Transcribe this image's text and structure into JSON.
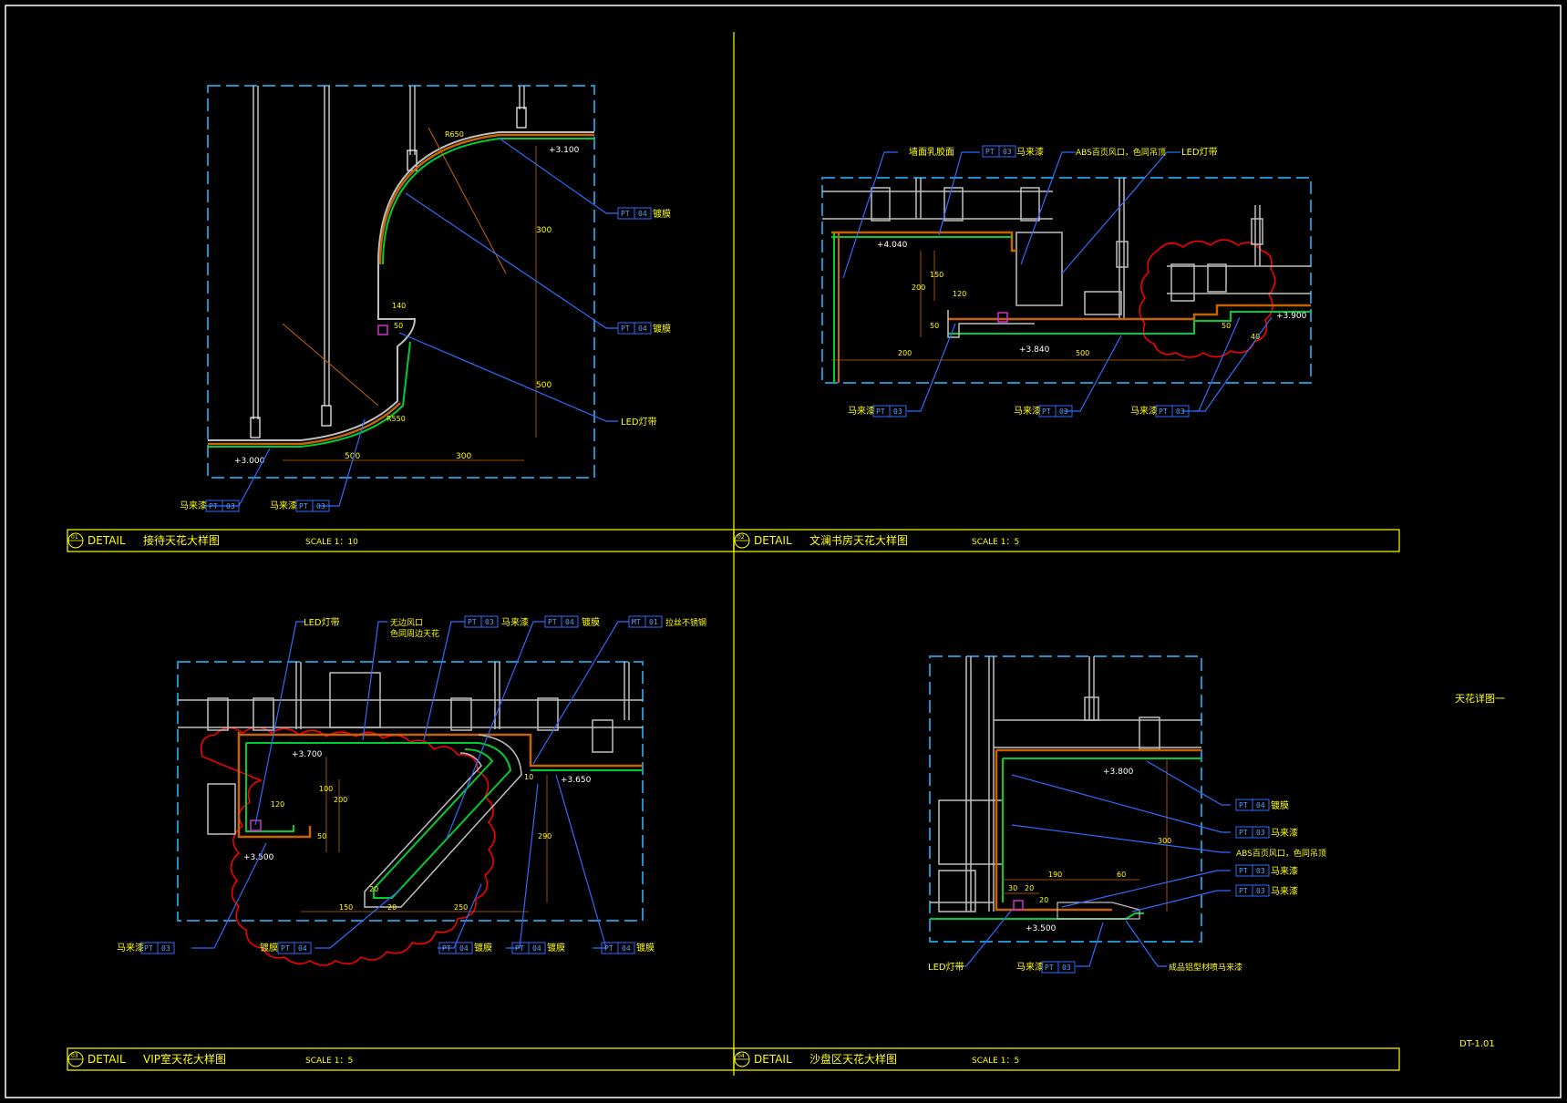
{
  "sheet": {
    "label": "天花详图一",
    "number": "DT-1.01"
  },
  "details": [
    {
      "num": "01",
      "word": "DETAIL",
      "title": "接待天花大样图",
      "scale": "SCALE 1：10"
    },
    {
      "num": "02",
      "word": "DETAIL",
      "title": "文澜书房天花大样图",
      "scale": "SCALE 1：5"
    },
    {
      "num": "03",
      "word": "DETAIL",
      "title": "VIP室天花大样图",
      "scale": "SCALE 1：5"
    },
    {
      "num": "04",
      "word": "DETAIL",
      "title": "沙盘区天花大样图",
      "scale": "SCALE 1：5"
    }
  ],
  "panel1": {
    "levels": [
      "+3.100",
      "+3.000"
    ],
    "dims": [
      "300",
      "500",
      "500",
      "300",
      "140",
      "50"
    ],
    "radii": [
      "R650",
      "R550"
    ],
    "callouts": [
      "镀膜",
      "镀膜",
      "LED灯带",
      "马来漆",
      "马来漆"
    ],
    "codes": [
      "PT",
      "04",
      "PT",
      "04",
      "PT",
      "03",
      "PT",
      "03"
    ]
  },
  "panel2": {
    "levels": [
      "+4.040",
      "+3.840",
      "+3.900"
    ],
    "dims": [
      "150",
      "200",
      "50",
      "120",
      "200",
      "500",
      "50",
      "40"
    ],
    "callouts": [
      "墙面乳胶面",
      "马来漆",
      "ABS百页风口，色同吊顶",
      "LED灯带",
      "马来漆",
      "马来漆",
      "马来漆"
    ],
    "codes": [
      "PT",
      "03",
      "PT",
      "03",
      "PT",
      "03",
      "PT",
      "03"
    ]
  },
  "panel3": {
    "levels": [
      "+3.700",
      "+3.650",
      "+3.500"
    ],
    "dims": [
      "120",
      "100",
      "200",
      "50",
      "150",
      "250",
      "20",
      "20",
      "290",
      "10"
    ],
    "callouts": [
      "LED灯带",
      "无边风口",
      "色同周边天花",
      "马来漆",
      "镀膜",
      "拉丝不锈钢",
      "马来漆",
      "镀膜",
      "镀膜",
      "镀膜",
      "镀膜"
    ],
    "codes": [
      "PT",
      "03",
      "PT",
      "04",
      "MT",
      "01",
      "PT",
      "03",
      "PT",
      "04",
      "PT",
      "04",
      "PT",
      "04",
      "PT",
      "04"
    ]
  },
  "panel4": {
    "levels": [
      "+3.800",
      "+3.500"
    ],
    "dims": [
      "300",
      "190",
      "60",
      "30",
      "20",
      "20"
    ],
    "callouts": [
      "镀膜",
      "马来漆",
      "ABS百页风口，色同吊顶",
      "马来漆",
      "马来漆",
      "LED灯带",
      "马来漆",
      "成品铝型材喷马来漆"
    ],
    "codes": [
      "PT",
      "04",
      "PT",
      "03",
      "PT",
      "03",
      "PT",
      "03",
      "PT",
      "03"
    ]
  },
  "colors": {
    "background": "#000000",
    "frame": "#ffff00",
    "leader": "#2f6bff",
    "finish": "#00cc33",
    "cloud": "#ff0000",
    "struct": "#bfbfbf",
    "boundary": "#1e90c8",
    "hatch": "#c86400"
  }
}
